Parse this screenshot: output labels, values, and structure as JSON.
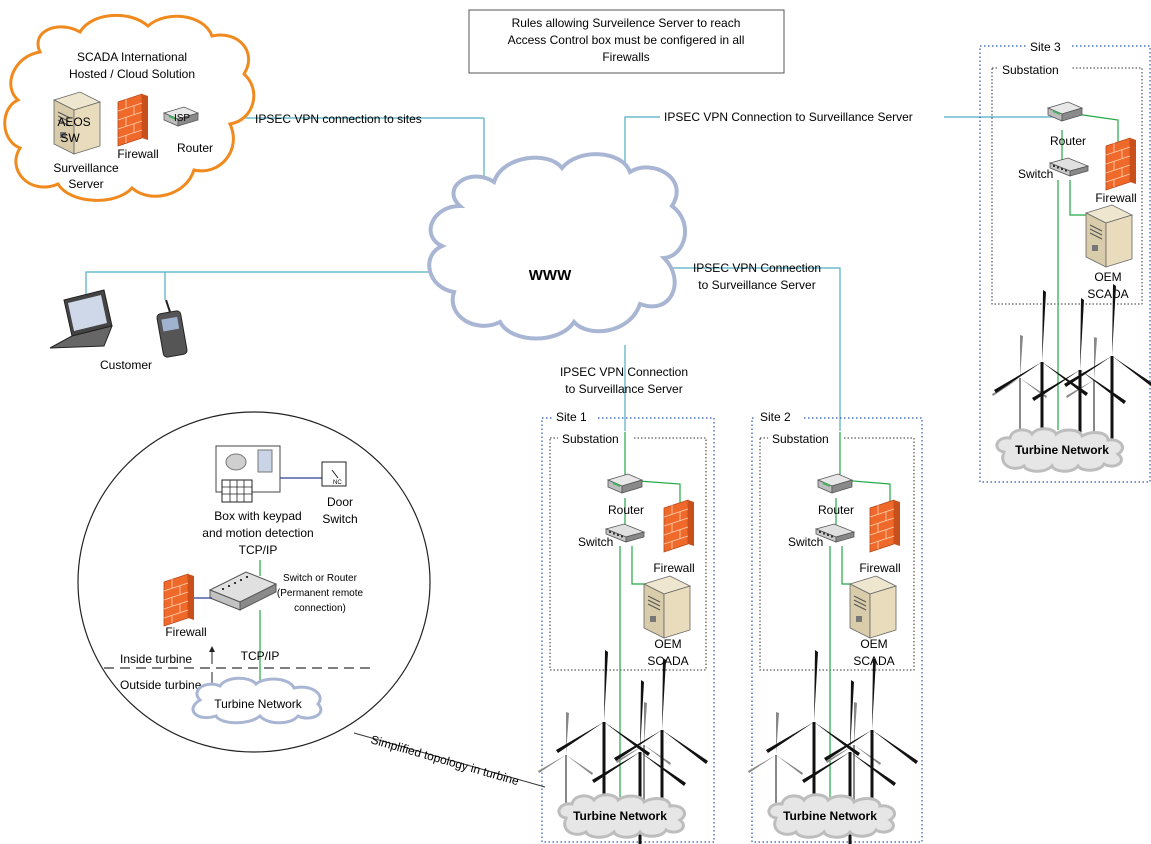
{
  "note_box": [
    "Rules allowing Surveilence Server to reach",
    "Access Control box must be configered in all",
    "Firewalls"
  ],
  "cloud_hosted": {
    "title_lines": [
      "SCADA International",
      "Hosted / Cloud Solution"
    ],
    "server_lines": [
      "Surveillance",
      "Server"
    ],
    "sw_lines": [
      "AEOS",
      "SW"
    ],
    "firewall": "Firewall",
    "router": "Router",
    "isp": "ISP"
  },
  "www": "WWW",
  "vpn_sites": "IPSEC VPN connection to sites",
  "vpn_site3": "IPSEC VPN Connection to Surveillance Server",
  "vpn_site2": [
    "IPSEC VPN Connection",
    "to Surveillance Server"
  ],
  "vpn_site1": [
    "IPSEC VPN Connection",
    "to Surveillance Server"
  ],
  "customer": "Customer",
  "sites": [
    {
      "name": "Site 1",
      "substation": "Substation",
      "router": "Router",
      "switch": "Switch",
      "firewall": "Firewall",
      "scada": [
        "OEM",
        "SCADA"
      ],
      "network": "Turbine Network"
    },
    {
      "name": "Site 2",
      "substation": "Substation",
      "router": "Router",
      "switch": "Switch",
      "firewall": "Firewall",
      "scada": [
        "OEM",
        "SCADA"
      ],
      "network": "Turbine Network"
    },
    {
      "name": "Site 3",
      "substation": "Substation",
      "router": "Router",
      "switch": "Switch",
      "firewall": "Firewall",
      "scada": [
        "OEM",
        "SCADA"
      ],
      "network": "Turbine Network"
    }
  ],
  "turbine_detail": {
    "box_lines": [
      "Box with keypad",
      "and motion detection",
      "TCP/IP"
    ],
    "door_lines": [
      "Door",
      "Switch"
    ],
    "switch_lines": [
      "Switch or Router",
      "(Permanent remote",
      "connection)"
    ],
    "firewall": "Firewall",
    "tcpip": "TCP/IP",
    "inside": "Inside turbine",
    "outside": "Outside turbine",
    "network": "Turbine Network",
    "nc": "NC"
  },
  "simplified": "Simplified topology in turbine",
  "colors": {
    "accent": "#4eaec2",
    "line_green": "#22a845",
    "cloud_orange": "#f08a1e",
    "cloud_blue": "#a9b6d3",
    "firewall": "#ef6a2a"
  }
}
